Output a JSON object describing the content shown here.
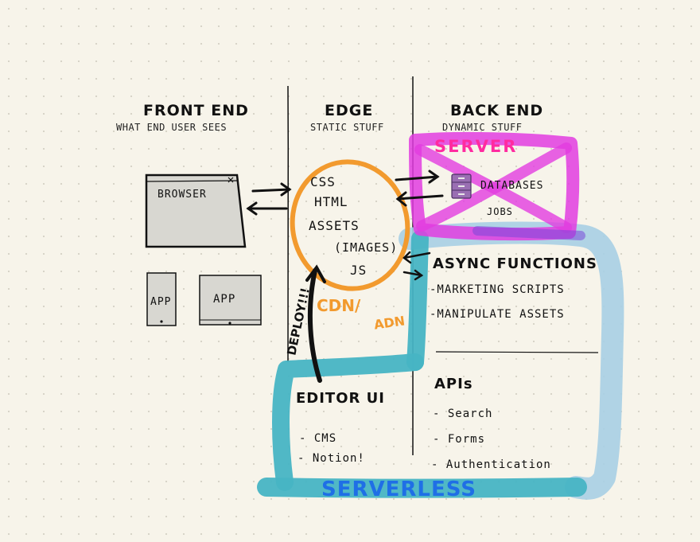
{
  "columns": {
    "front_end": {
      "title": "FRONT END",
      "subtitle": "WHAT END USER SEES"
    },
    "edge": {
      "title": "EDGE",
      "subtitle": "STATIC STUFF"
    },
    "back_end": {
      "title": "BACK END",
      "subtitle": "DYNAMIC STUFF"
    }
  },
  "front_end": {
    "browser_label": "BROWSER",
    "app_small_label": "APP",
    "app_large_label": "APP"
  },
  "edge": {
    "cdn_items": [
      "CSS",
      "HTML",
      "ASSETS",
      "(IMAGES)",
      "JS"
    ],
    "cdn_label": "CDN/",
    "adn_label": "ADN",
    "deploy_label": "DEPLOY!!!",
    "editor_title": "EDITOR UI",
    "editor_items": [
      "- CMS",
      "- Notion!"
    ]
  },
  "back_end": {
    "server_label": "SERVER",
    "databases_label": "DATABASES",
    "jobs_label": "JOBS",
    "async_title": "ASYNC FUNCTIONS",
    "async_items": [
      "-MARKETING SCRIPTS",
      "-MANIPULATE ASSETS"
    ],
    "apis_title": "APIs",
    "apis_items": [
      "- Search",
      "- Forms",
      "- Authentication"
    ]
  },
  "serverless_label": "SERVERLESS",
  "colors": {
    "ink": "#111111",
    "cdn_orange": "#f29a2e",
    "server_magenta": "#e23ce0",
    "serverless_teal": "#47b4c4",
    "serverless_light": "#a7cfe4",
    "serverless_text": "#1f6fe6",
    "server_text": "#ff2ba0",
    "screen_gray": "#d8d7d1"
  },
  "icons": [
    "filing-cabinet-icon",
    "window-close-icon"
  ]
}
